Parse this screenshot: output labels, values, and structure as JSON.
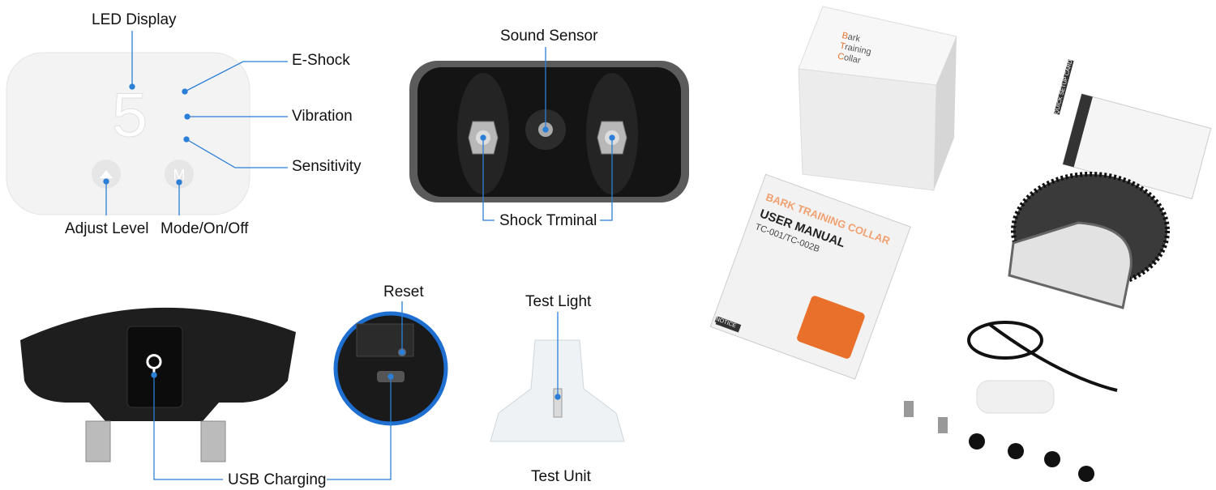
{
  "labels": {
    "led_display": "LED Display",
    "e_shock": "E-Shock",
    "vibration": "Vibration",
    "sensitivity": "Sensitivity",
    "adjust_level": "Adjust Level",
    "mode_on_off": "Mode/On/Off",
    "sound_sensor": "Sound Sensor",
    "shock_terminal": "Shock Trminal",
    "reset": "Reset",
    "usb_charging": "USB Charging",
    "test_light": "Test Light",
    "test_unit": "Test Unit"
  },
  "display": {
    "digit": "5",
    "mode_button": "M"
  },
  "package": {
    "box_title": [
      "Bark",
      "Training",
      "Collar"
    ],
    "manual_title": "BARK TRAINING COLLAR",
    "manual_subtitle": "USER MANUAL",
    "manual_model": "TC-001/TC-002B",
    "manual_notice": "NOTICE",
    "card_title": "QUICK SETUP CARD"
  },
  "colors": {
    "leader_line": "#2b7fd6",
    "accent_orange": "#e8702a",
    "device_dark": "#2a2a2a"
  }
}
